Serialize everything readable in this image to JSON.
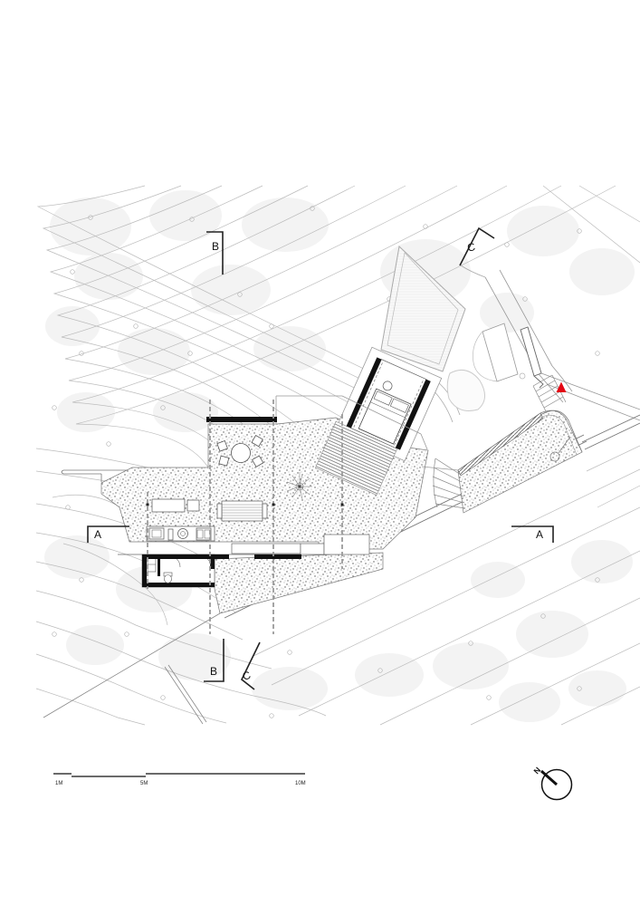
{
  "drawing": {
    "type": "architectural-site-plan",
    "section_markers": {
      "a_left": "A",
      "a_right": "A",
      "b_top": "B",
      "b_bottom": "B",
      "c_top": "C",
      "c_bottom": "C"
    },
    "scale_bar": {
      "labels": [
        "1M",
        "5M",
        "10M"
      ]
    },
    "north": {
      "label": "N"
    },
    "colors": {
      "red_marker": "#e30613",
      "wall": "#111111",
      "contour": "#bcbcbc"
    }
  }
}
